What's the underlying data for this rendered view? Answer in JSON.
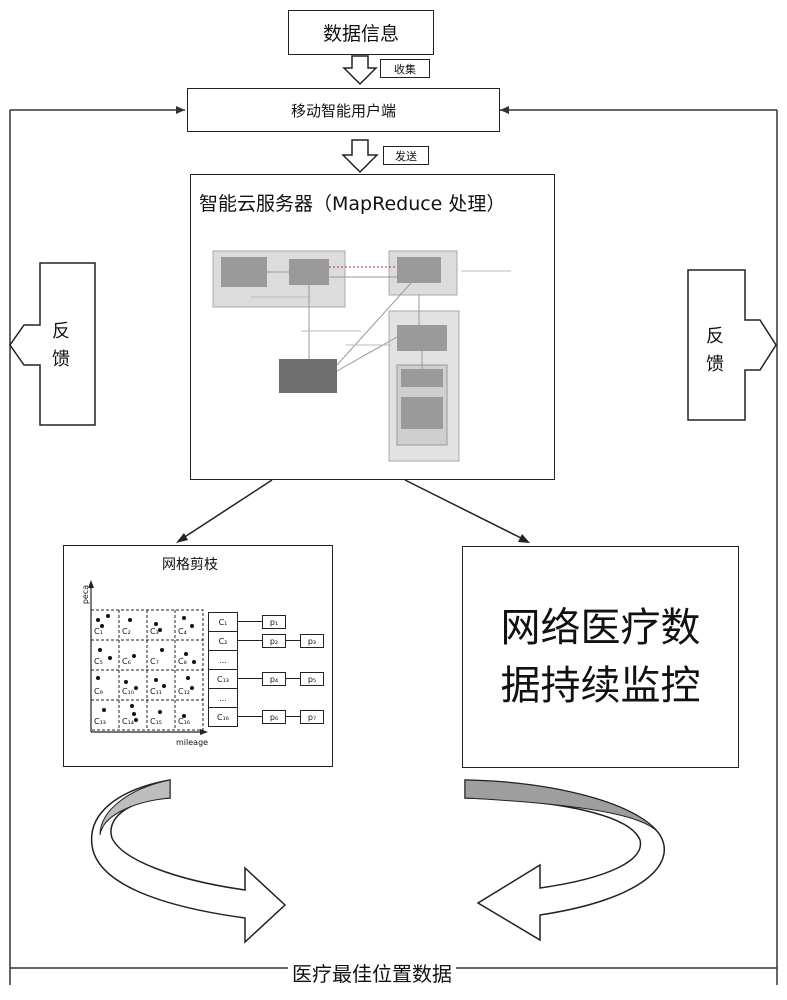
{
  "top_box": {
    "label": "数据信息"
  },
  "collect_label": "收集",
  "user_box": {
    "label": "移动智能用户端"
  },
  "send_label": "发送",
  "server": {
    "title": "智能云服务器（MapReduce 处理）"
  },
  "feedback_left": {
    "line1": "反",
    "line2": "馈"
  },
  "feedback_right": {
    "line1": "反",
    "line2": "馈"
  },
  "grid_panel": {
    "title": "网格剪枝",
    "y_axis_label": "peca",
    "x_axis_label": "mileage",
    "cell_labels": [
      "C₁",
      "C₂",
      "C₃",
      "C₄",
      "C₅",
      "C₆",
      "C₇",
      "C₈",
      "C₉",
      "C₁₀",
      "C₁₁",
      "C₁₂",
      "C₁₃",
      "C₁₄",
      "C₁₅",
      "C₁₆"
    ],
    "list_cells": [
      "C₁",
      "C₂",
      "...",
      "C₁₃",
      "...",
      "C₁₆"
    ],
    "list_pointers": [
      [
        "p₁"
      ],
      [
        "p₂",
        "p₃"
      ],
      [],
      [
        "p₄",
        "p₅"
      ],
      [],
      [
        "p₆",
        "p₇"
      ]
    ]
  },
  "monitor_panel": {
    "line1": "网络医疗数",
    "line2": "据持续监控"
  },
  "bottom_label": "医疗最佳位置数据"
}
